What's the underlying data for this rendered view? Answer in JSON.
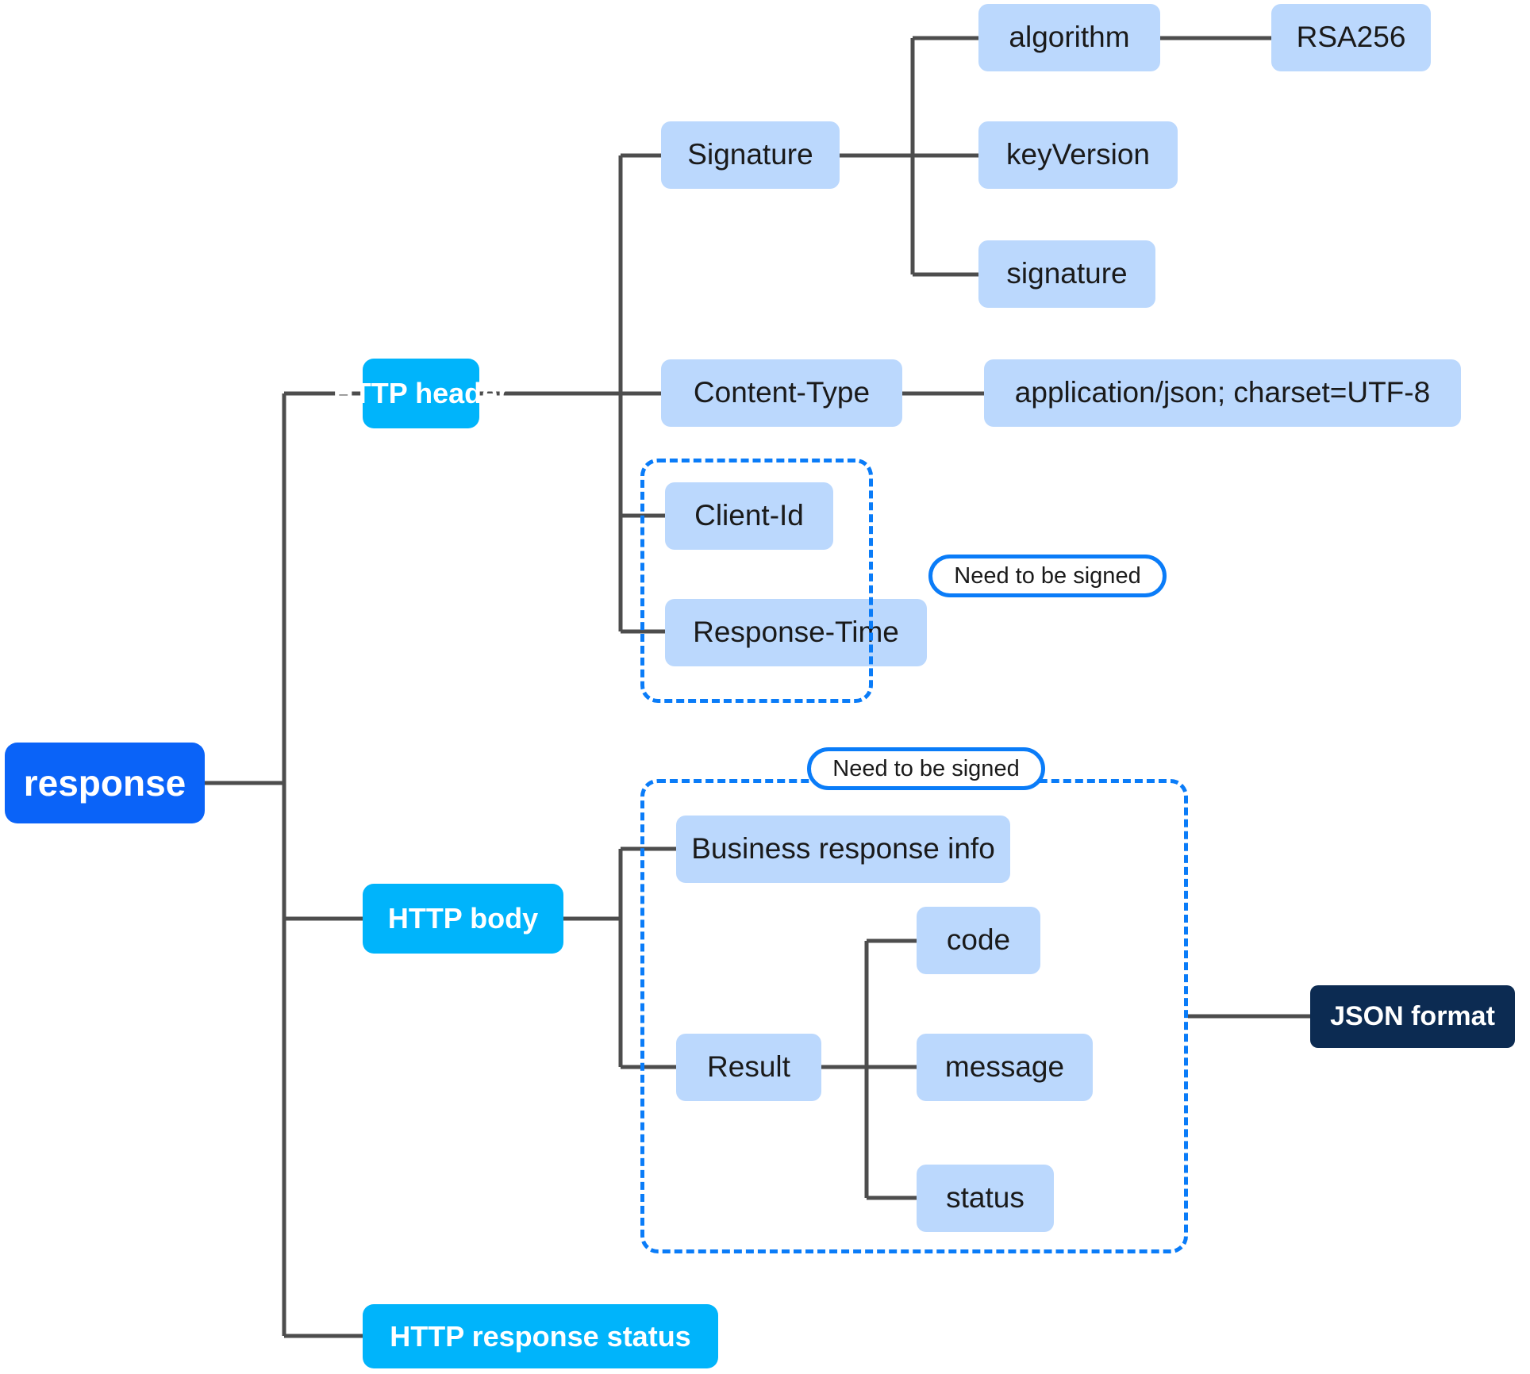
{
  "diagram": {
    "type": "tree",
    "title": "response",
    "colors": {
      "root": "#0a63f8",
      "branch": "#00b4fb",
      "leaf": "#bbd8fd",
      "dark": "#0c2b52",
      "edge": "#4d4d4d",
      "accent": "#0a7cf8",
      "background": "#ffffff"
    },
    "nodes": {
      "root": "response",
      "http_header": "HTTP header",
      "http_body": "HTTP body",
      "http_response_status": "HTTP response status",
      "signature": "Signature",
      "algorithm": "algorithm",
      "rsa256": "RSA256",
      "key_version": "keyVersion",
      "signature_value": "signature",
      "content_type": "Content-Type",
      "content_type_value": "application/json; charset=UTF-8",
      "client_id": "Client-Id",
      "response_time": "Response-Time",
      "business_response_info": "Business response info",
      "result": "Result",
      "code": "code",
      "message": "message",
      "status": "status",
      "json_format": "JSON format"
    },
    "annotations": {
      "header_signed_badge": "Need to be signed",
      "body_signed_badge": "Need to be signed"
    }
  }
}
